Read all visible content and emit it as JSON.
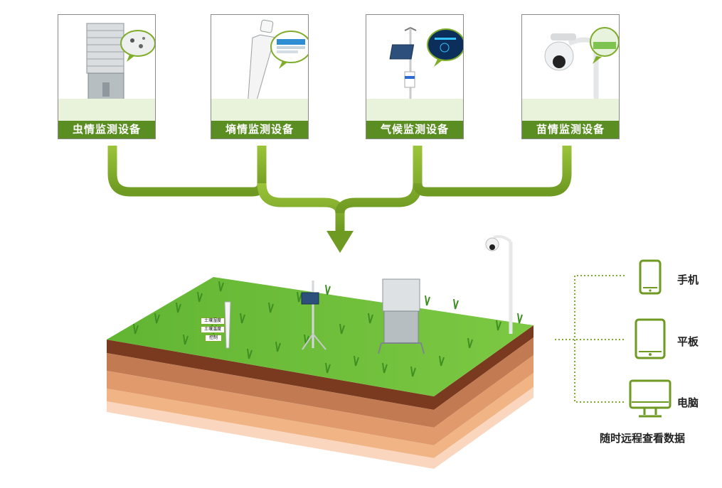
{
  "cards": [
    {
      "label": "虫情监测设备",
      "icon": "insect-trap-icon"
    },
    {
      "label": "墒情监测设备",
      "icon": "soil-sensor-icon"
    },
    {
      "label": "气候监测设备",
      "icon": "weather-station-icon"
    },
    {
      "label": "苗情监测设备",
      "icon": "ptz-camera-icon"
    }
  ],
  "sensor_tags": [
    "土壤湿度",
    "土壤温度",
    "控制"
  ],
  "devices": [
    {
      "label": "手机",
      "icon": "phone-icon"
    },
    {
      "label": "平板",
      "icon": "tablet-icon"
    },
    {
      "label": "电脑",
      "icon": "computer-icon"
    }
  ],
  "footer": "随时远程查看数据",
  "colors": {
    "brand_green": "#5a8e22",
    "connector_green": "#7fad2b",
    "soil_dark": "#7a3a1f"
  }
}
